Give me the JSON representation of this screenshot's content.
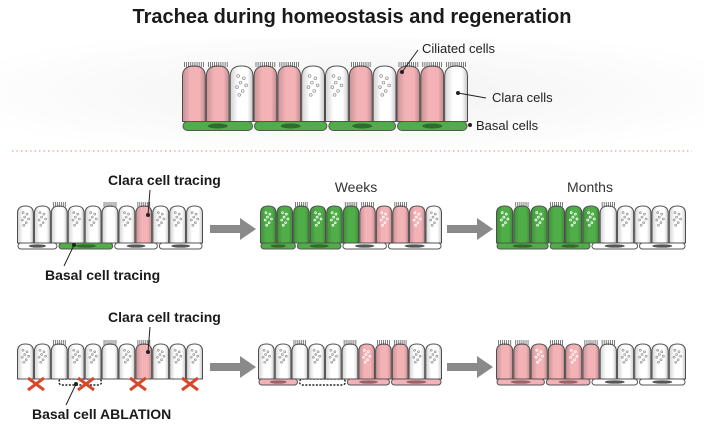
{
  "title": "Trachea during homeostasis and regeneration",
  "legend": {
    "ciliated": "Ciliated cells",
    "clara": "Clara cells",
    "basal": "Basal cells"
  },
  "tracing_panel": {
    "clara_label": "Clara cell tracing",
    "basal_label": "Basal cell tracing",
    "stage_weeks": "Weeks",
    "stage_months": "Months"
  },
  "ablation_panel": {
    "clara_label": "Clara cell tracing",
    "basal_label": "Basal cell ABLATION"
  },
  "colors": {
    "clara_pink": "#f3b2b6",
    "traced_green": "#4fae48",
    "ablation_red": "#d9472b",
    "ciliated_white": "#ffffff",
    "outline": "#555555"
  }
}
